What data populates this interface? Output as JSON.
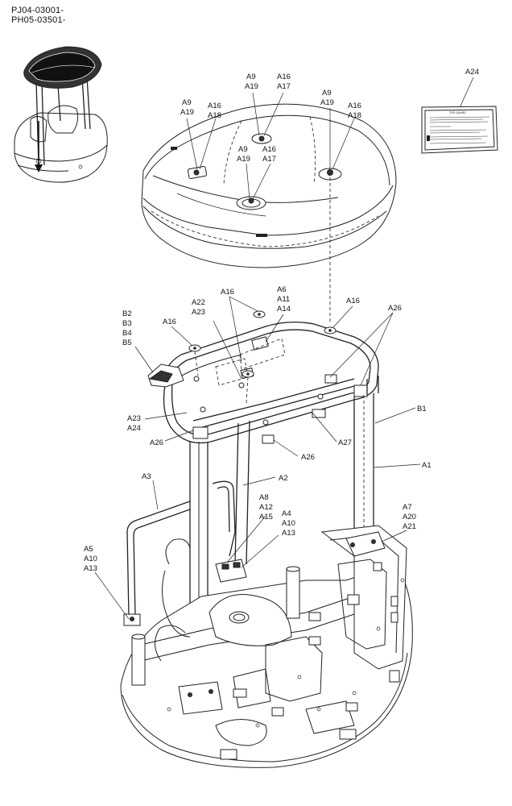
{
  "serials": [
    "PJ04-03001-",
    "PH05-03501-"
  ],
  "callouts": {
    "a9_1": "A9",
    "a19_1": "A19",
    "a16_1": "A16",
    "a18_1": "A18",
    "a9_2": "A9",
    "a19_2": "A19",
    "a16_2": "A16",
    "a17_2": "A17",
    "a9_3": "A9",
    "a19_3": "A19",
    "a16_3": "A16",
    "a18_3": "A18",
    "a9_4": "A9",
    "a19_4": "A19",
    "a16_4": "A16",
    "a17_4": "A17",
    "a24_top": "A24",
    "a22": "A22",
    "a23_top": "A23",
    "a16_top": "A16",
    "a6": "A6",
    "a11": "A11",
    "a14": "A14",
    "b2": "B2",
    "b3": "B3",
    "b4": "B4",
    "b5": "B5",
    "a16_left": "A16",
    "a16_right": "A16",
    "a26_right": "A26",
    "a23_left": "A23",
    "a24_left": "A24",
    "b1": "B1",
    "a26_left": "A26",
    "a27": "A27",
    "a26_mid": "A26",
    "a1": "A1",
    "a2": "A2",
    "a3": "A3",
    "a8": "A8",
    "a12": "A12",
    "a15": "A15",
    "a4": "A4",
    "a10_mid": "A10",
    "a13_mid": "A13",
    "a7": "A7",
    "a20": "A20",
    "a21": "A21",
    "a5": "A5",
    "a10_left": "A10",
    "a13_left": "A13"
  },
  "decal": {
    "title": "TOP GUARD"
  }
}
